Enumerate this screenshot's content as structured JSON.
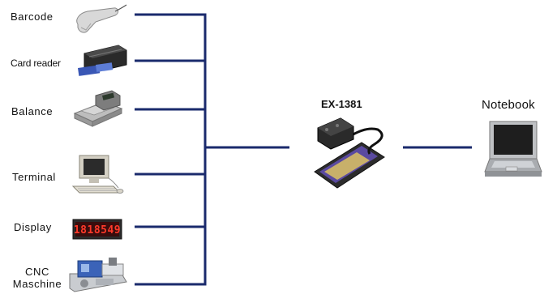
{
  "devices": [
    {
      "label": "Barcode",
      "icon": "barcode-scanner-icon"
    },
    {
      "label": "Card reader",
      "icon": "card-reader-icon"
    },
    {
      "label": "Balance",
      "icon": "balance-scale-icon"
    },
    {
      "label": "Terminal",
      "icon": "terminal-icon"
    },
    {
      "label": "Display",
      "icon": "led-display-icon"
    },
    {
      "label_line1": "CNC",
      "label_line2": "Maschine",
      "icon": "cnc-machine-icon"
    }
  ],
  "adapter": {
    "label": "EX-1381",
    "icon": "expresscard-adapter-icon"
  },
  "notebook": {
    "label": "Notebook",
    "icon": "notebook-icon"
  },
  "display_digits": "1818549",
  "colors": {
    "line": "#1a2a6c"
  }
}
